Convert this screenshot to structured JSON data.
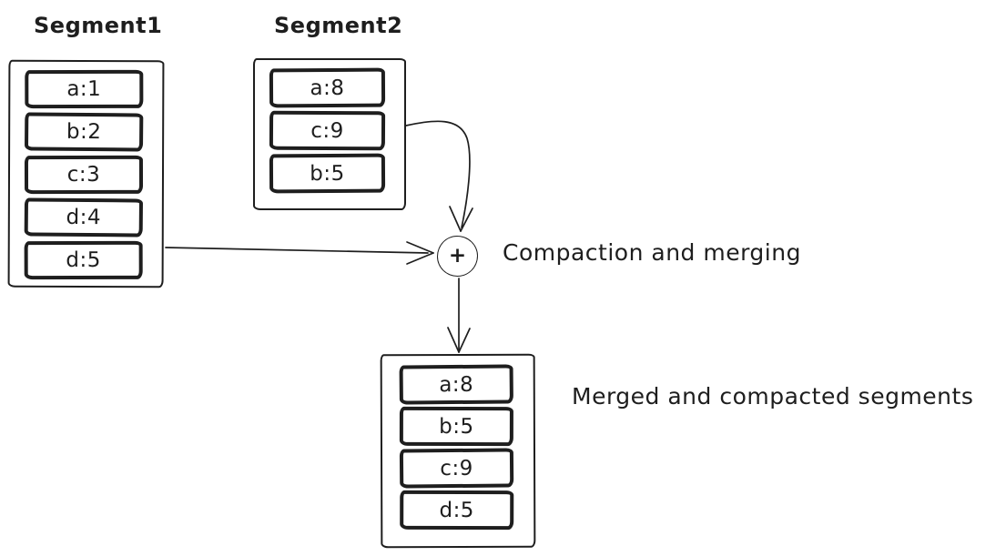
{
  "diagram": {
    "segment1": {
      "label": "Segment1",
      "rows": [
        "a:1",
        "b:2",
        "c:3",
        "d:4",
        "d:5"
      ]
    },
    "segment2": {
      "label": "Segment2",
      "rows": [
        "a:8",
        "c:9",
        "b:5"
      ]
    },
    "merge_node": {
      "symbol": "+",
      "label": "Compaction and merging"
    },
    "merged_segment": {
      "label": "Merged and compacted segments",
      "rows": [
        "a:8",
        "b:5",
        "c:9",
        "d:5"
      ]
    },
    "colors": {
      "stroke": "#1e1e1e",
      "background": "#ffffff"
    }
  }
}
